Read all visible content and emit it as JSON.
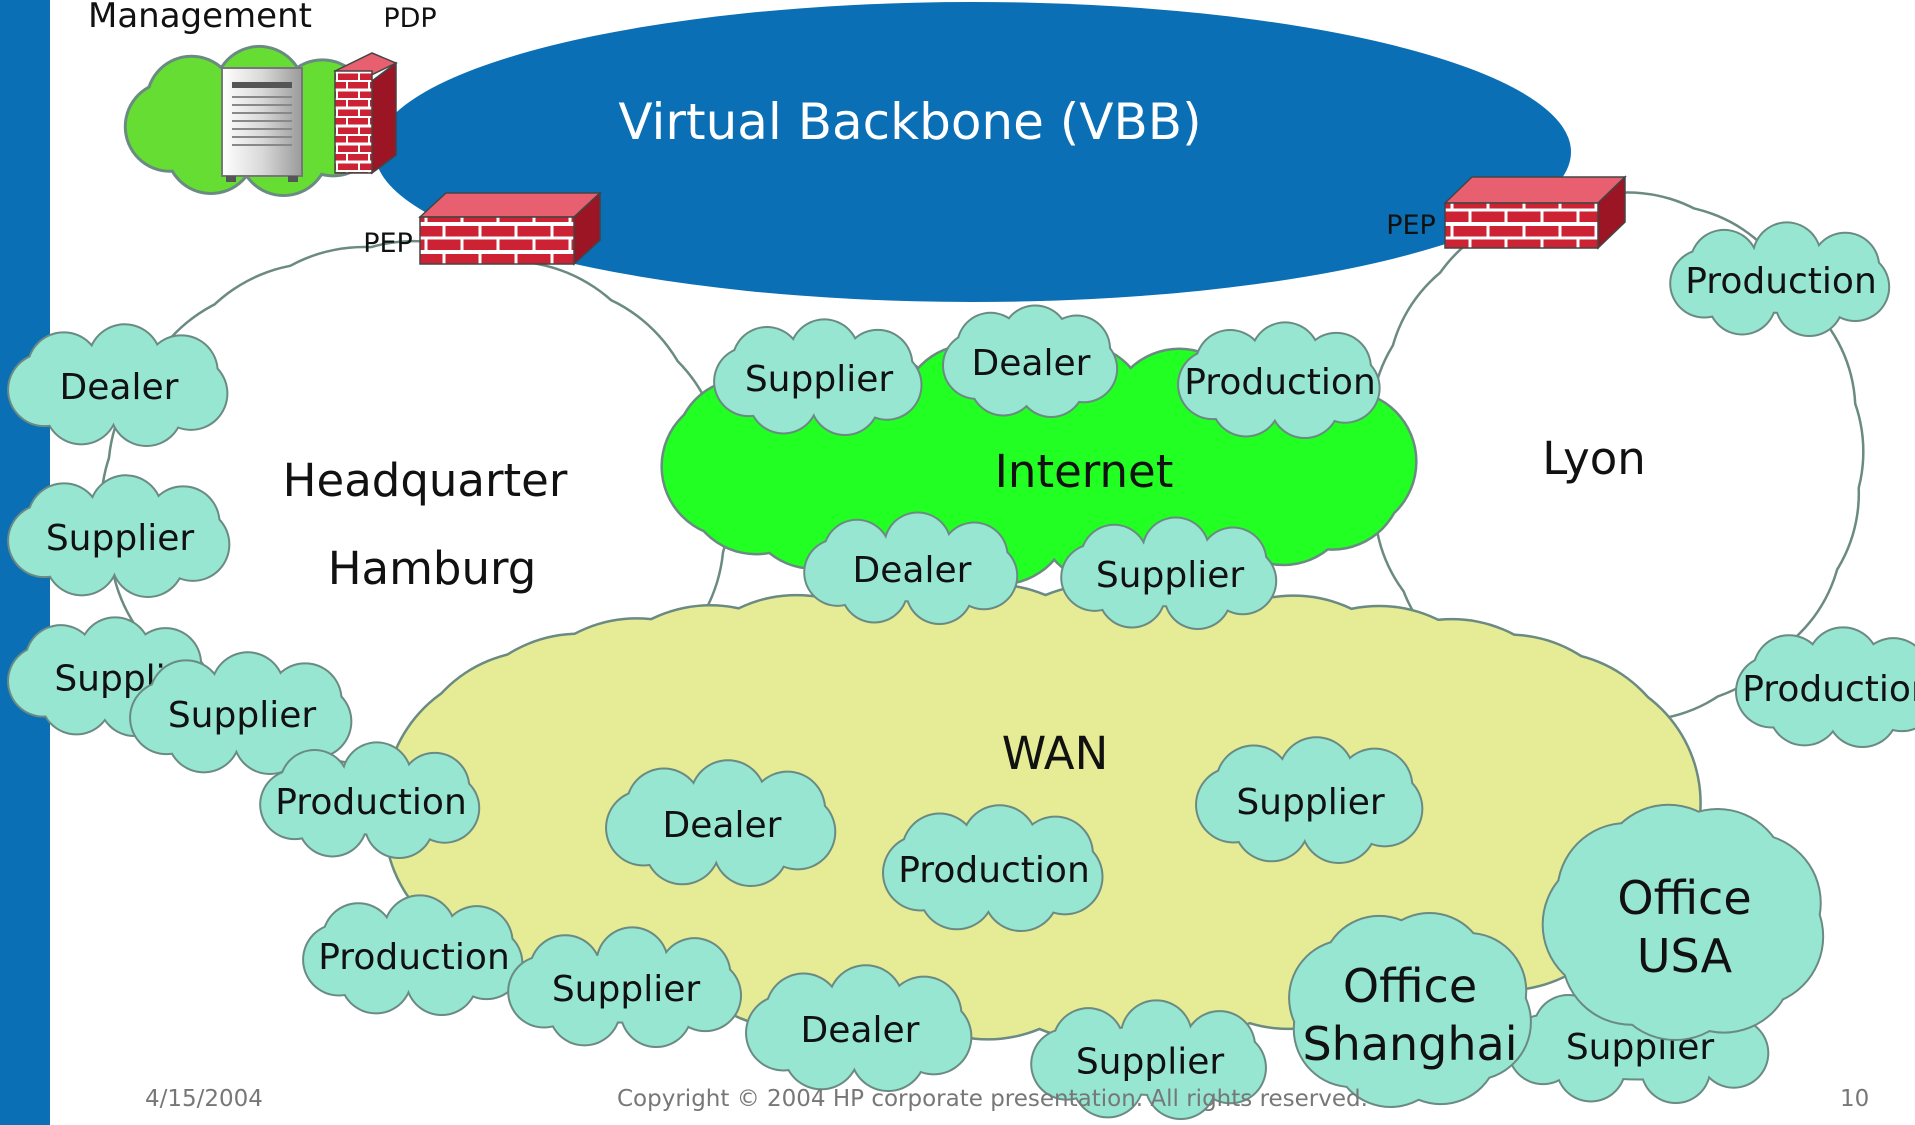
{
  "backbone": {
    "label": "Virtual Backbone (VBB)"
  },
  "management": {
    "label": "Management",
    "pdp_label": "PDP"
  },
  "pep_labels": [
    "PEP",
    "PEP"
  ],
  "headquarter": {
    "line1": "Headquarter",
    "line2": "Hamburg"
  },
  "lyon": {
    "label": "Lyon"
  },
  "internet": {
    "label": "Internet"
  },
  "wan": {
    "label": "WAN"
  },
  "sites": [
    "Dealer",
    "Supplier",
    "Suppli",
    "Supplier",
    "Production",
    "Supplier",
    "Dealer",
    "Production",
    "Dealer",
    "Supplier",
    "Production",
    "Production",
    "Dealer",
    "Production",
    "Supplier",
    "Production",
    "Supplier",
    "Dealer",
    "Supplier",
    "Supplier"
  ],
  "offices": [
    {
      "line1": "Office",
      "line2": "USA"
    },
    {
      "line1": "Office",
      "line2": "Shanghai"
    }
  ],
  "footer": {
    "date": "4/15/2004",
    "copyright": "Copyright © 2004 HP corporate presentation. All rights reserved.",
    "page": "10"
  },
  "colors": {
    "side_bar": "#0a6fb4",
    "backbone": "#0a6fb4",
    "site_cloud": "#96e6d2",
    "internet_cloud": "#22ff22",
    "wan_cloud": "#e6ec96",
    "management_cloud": "#66dd33",
    "firewall": "#cc2233"
  },
  "icons": [
    "firewall-icon",
    "server-icon"
  ]
}
